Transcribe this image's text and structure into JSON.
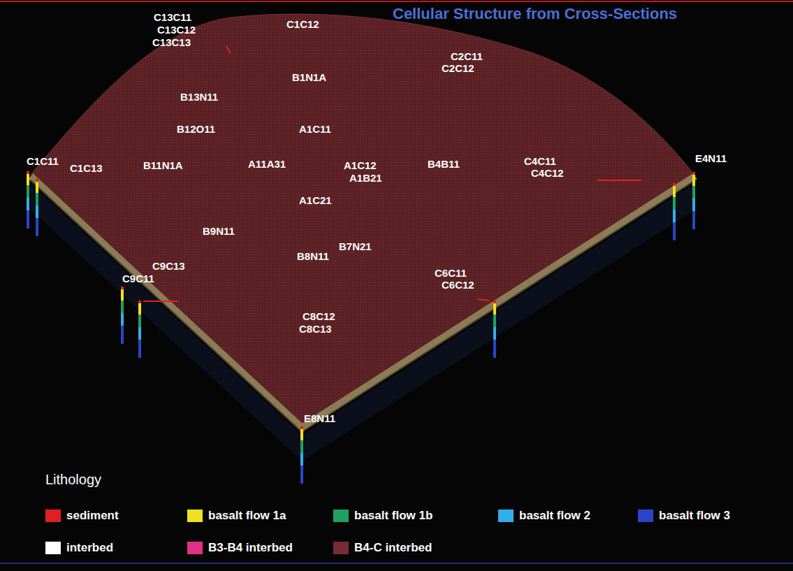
{
  "diagram": {
    "title": "Cellular Structure from Cross-Sections",
    "labels": [
      "C13C11",
      "C13C12",
      "C13C13",
      "C1C12",
      "C2C11",
      "C2C12",
      "B1N1A",
      "B13N11",
      "B12O11",
      "A1C11",
      "C1C11",
      "C1C13",
      "B11N1A",
      "A11A31",
      "A1C12",
      "A1B21",
      "B4B11",
      "C4C11",
      "C4C12",
      "E4N11",
      "A1C21",
      "B9N11",
      "B7N21",
      "B8N11",
      "C9C13",
      "C9C11",
      "C6C11",
      "C6C12",
      "C8C12",
      "C8C13",
      "E8N11",
      "Lithology"
    ],
    "legend": [
      {
        "text": "sediment",
        "color": "#e02020"
      },
      {
        "text": "basalt flow 1a",
        "color": "#f0e020"
      },
      {
        "text": "basalt flow 1b",
        "color": "#20a060"
      },
      {
        "text": "basalt flow 2",
        "color": "#30b0e8"
      },
      {
        "text": "basalt flow 3",
        "color": "#2a44c8"
      },
      {
        "text": "interbed",
        "color": "#ffffff"
      },
      {
        "text": "B3-B4 interbed",
        "color": "#e0308a"
      },
      {
        "text": "B4-C interbed",
        "color": "#7a2a34"
      }
    ]
  }
}
